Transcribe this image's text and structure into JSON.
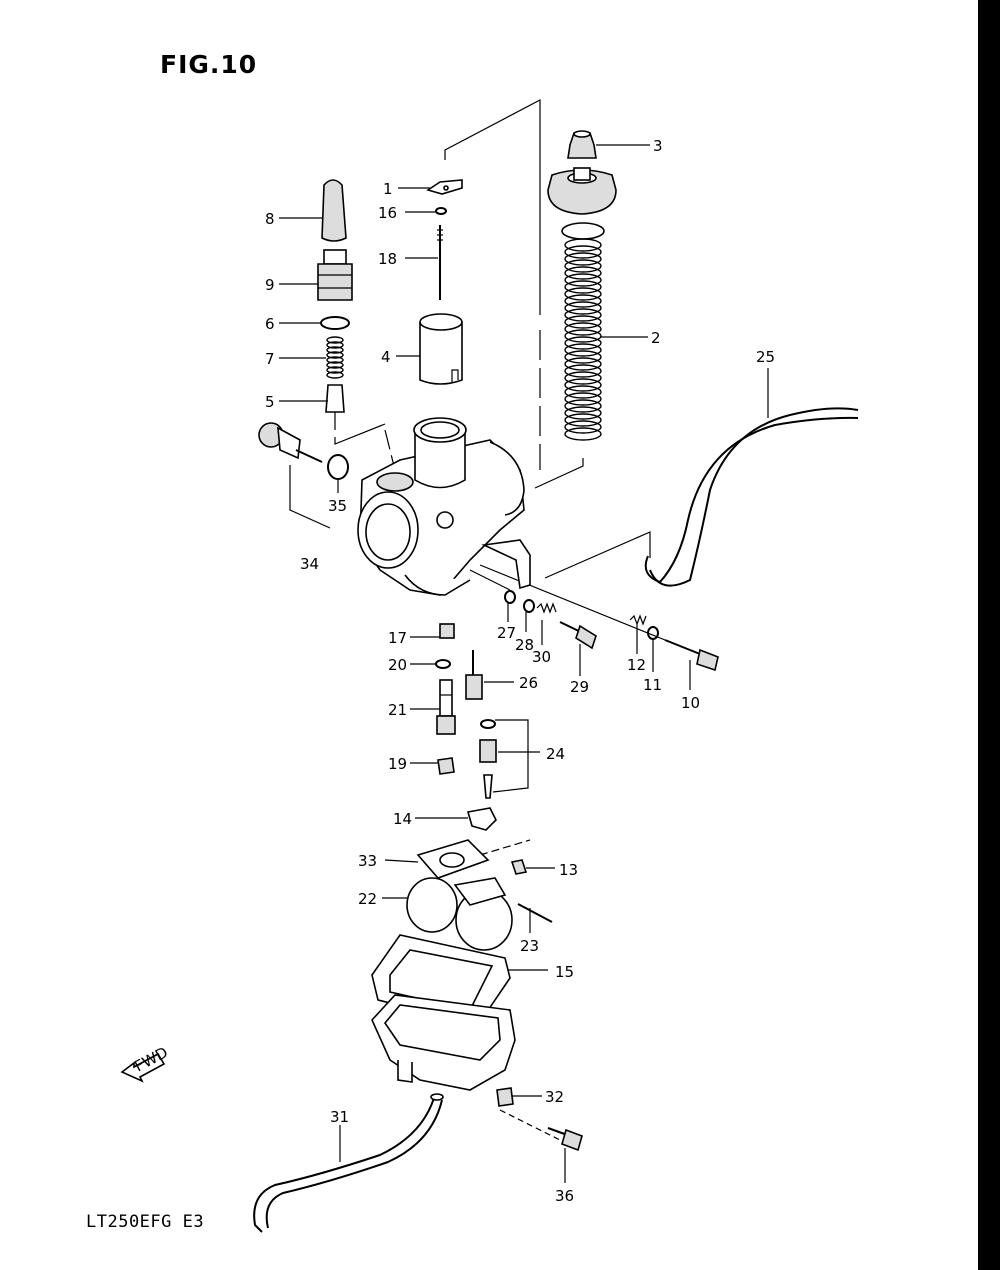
{
  "figure": {
    "title": "FIG.10",
    "model_code": "LT250EFG  E3",
    "fwd_label": "FWD"
  },
  "callouts": [
    "1",
    "2",
    "3",
    "4",
    "5",
    "6",
    "7",
    "8",
    "9",
    "10",
    "11",
    "12",
    "13",
    "14",
    "15",
    "16",
    "17",
    "18",
    "19",
    "20",
    "21",
    "22",
    "23",
    "24",
    "25",
    "26",
    "27",
    "28",
    "29",
    "30",
    "31",
    "32",
    "33",
    "34",
    "35",
    "36"
  ]
}
